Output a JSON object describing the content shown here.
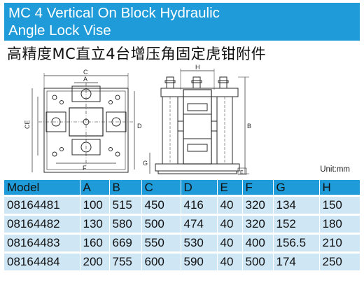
{
  "title": {
    "line1": "MC 4 Vertical On Block Hydraulic",
    "line2": "Angle Lock Vise",
    "chinese": "高精度MC直立4台增压角固定虎钳附件"
  },
  "drawing": {
    "labels": {
      "A": "A",
      "B": "B",
      "C": "C",
      "D": "D",
      "E": "E",
      "F": "F",
      "G": "G",
      "H": "H",
      "CE": "CE"
    },
    "unit": "Unit:mm"
  },
  "colors": {
    "header": "#1e9bd8",
    "row": "#cfe6f5",
    "line": "#2a2a2a"
  },
  "table": {
    "headers": [
      "Model",
      "A",
      "B",
      "C",
      "D",
      "E",
      "F",
      "G",
      "H"
    ],
    "rows": [
      [
        "08164481",
        "100",
        "515",
        "450",
        "416",
        "40",
        "320",
        "134",
        "150"
      ],
      [
        "08164482",
        "130",
        "580",
        "500",
        "474",
        "40",
        "320",
        "152",
        "180"
      ],
      [
        "08164483",
        "160",
        "669",
        "550",
        "530",
        "40",
        "400",
        "156.5",
        "210"
      ],
      [
        "08164484",
        "200",
        "755",
        "600",
        "590",
        "40",
        "500",
        "174",
        "250"
      ]
    ]
  }
}
